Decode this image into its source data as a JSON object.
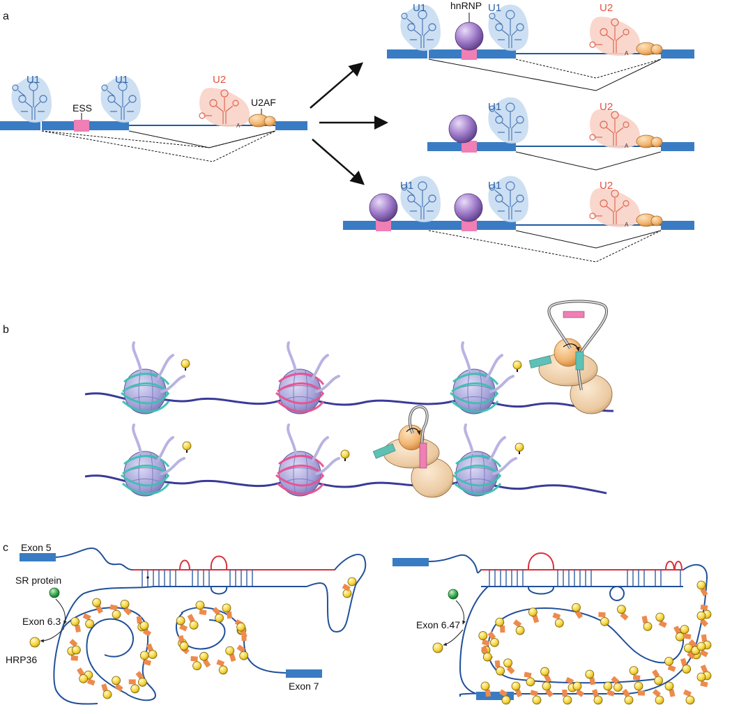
{
  "panels": {
    "a": "a",
    "b": "b",
    "c": "c"
  },
  "panel_a": {
    "u1": "U1",
    "u2": "U2",
    "ess": "ESS",
    "u2af": "U2AF",
    "hnrnp": "hnRNP",
    "branch_a": "A"
  },
  "panel_c": {
    "exon5": "Exon 5",
    "sr_protein": "SR protein",
    "exon6_3": "Exon 6.3",
    "hrp36": "HRP36",
    "exon7": "Exon 7",
    "exon6_47": "Exon 6.47"
  },
  "colors": {
    "exon_blue": "#3a7cc3",
    "intron_blue": "#1f5aa0",
    "u1_blue": "#2e63a8",
    "u2_red": "#e2533e",
    "ess_pink": "#ef7fb4",
    "hnrnp_purple": "#9b74c2",
    "u2af_orange": "#f2b572",
    "nucleosome": "#a4a2d8",
    "hrp36_yellow": "#f6d53a",
    "sr_green": "#2fa44b",
    "rna_red": "#d8303c",
    "rna_blue": "#1f4f99",
    "orange_box": "#ee8a4d",
    "teal": "#5fc0b5"
  }
}
